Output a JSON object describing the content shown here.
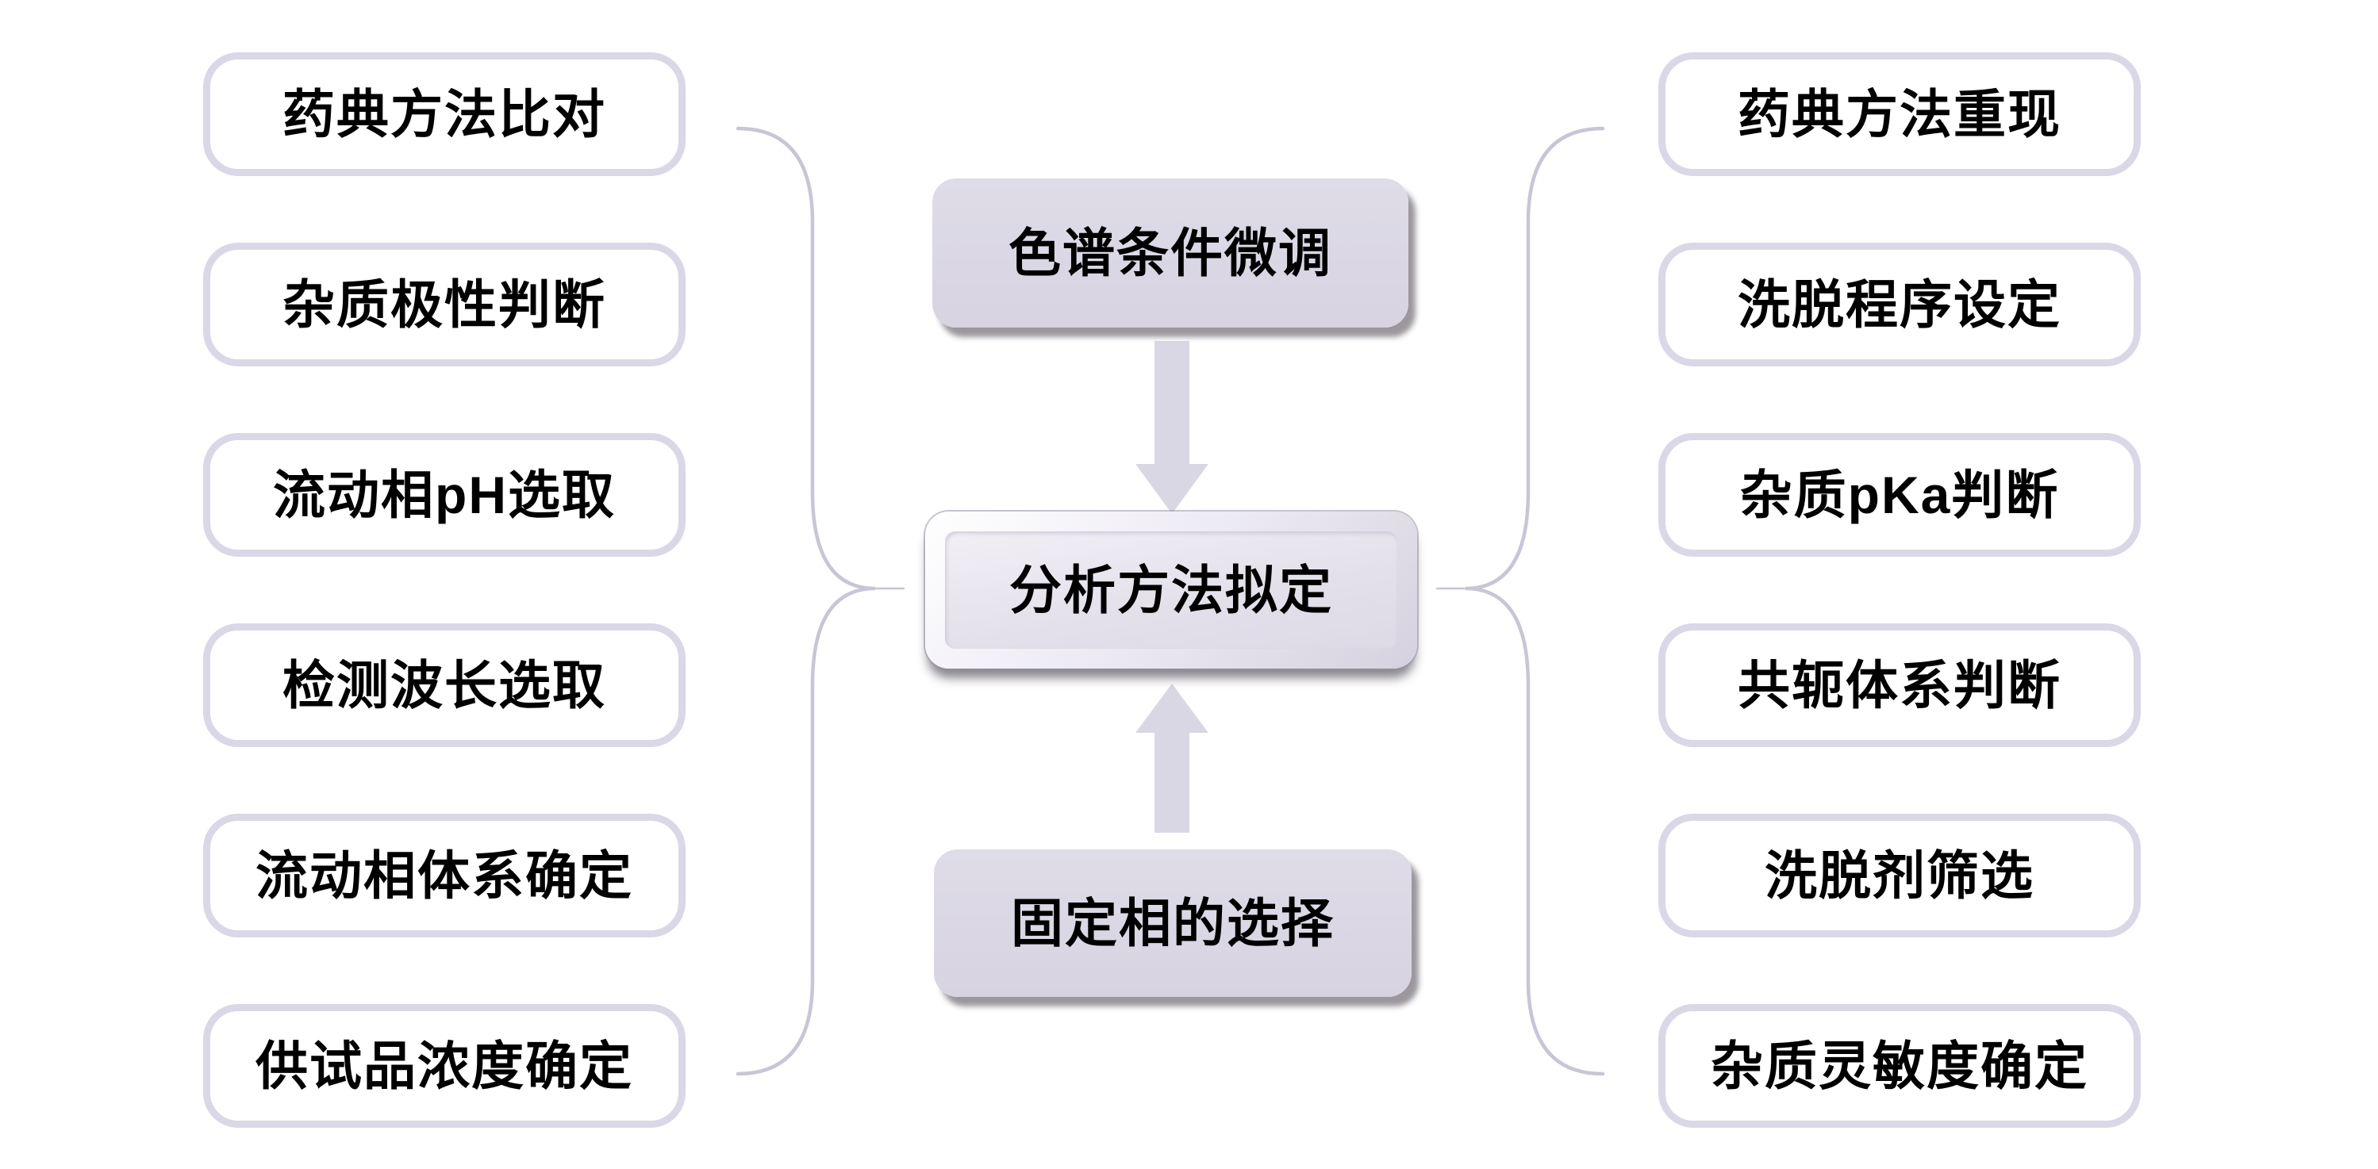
{
  "diagram": {
    "center": {
      "top": "色谱条件微调",
      "middle": "分析方法拟定",
      "bottom": "固定相的选择"
    },
    "left_items": [
      "药典方法比对",
      "杂质极性判断",
      "流动相pH选取",
      "检测波长选取",
      "流动相体系确定",
      "供试品浓度确定"
    ],
    "right_items": [
      "药典方法重现",
      "洗脱程序设定",
      "杂质pKa判断",
      "共轭体系判断",
      "洗脱剂筛选",
      "杂质灵敏度确定"
    ],
    "colors": {
      "node_border": "#dad7e6",
      "node_fill": "#ffffff",
      "center_fill": "#d9d5e2",
      "arrow_fill": "#dad7e5",
      "brace_stroke": "#c9c5d6",
      "text": "#000000",
      "background": "#ffffff"
    }
  }
}
